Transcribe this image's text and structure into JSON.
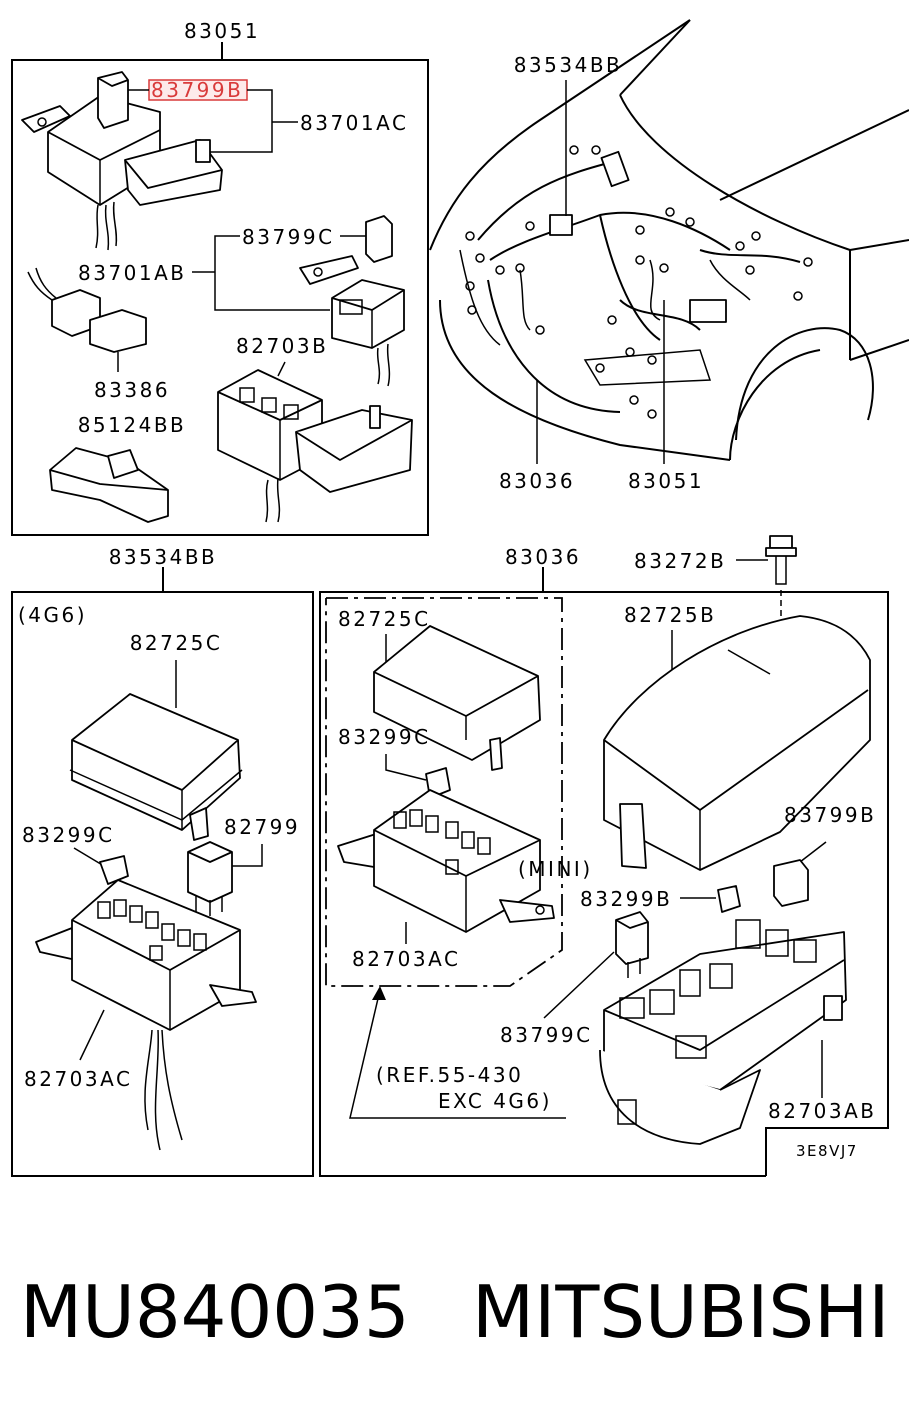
{
  "panel_top_left": {
    "header": "83051",
    "labels": {
      "highlighted": "83799B",
      "relay_a": "83701AC",
      "fuse_c": "83799C",
      "relay_b": "83701AB",
      "block": "82703B",
      "connector": "83386",
      "bracket": "85124BB"
    },
    "highlight_color": "#d93a3a"
  },
  "panel_top_right": {
    "labels": {
      "box_top": "83534BB",
      "harness": "83036",
      "relay_box": "83051"
    }
  },
  "panel_bottom_left": {
    "header": "83534BB",
    "note": "(4G6)",
    "labels": {
      "cover": "82725C",
      "fuse": "83299C",
      "relay": "82799",
      "block": "82703AC"
    }
  },
  "panel_bottom_right": {
    "header": "83036",
    "labels": {
      "bolt": "83272B",
      "cover_small": "82725C",
      "fuse_small": "83299C",
      "mini": "(MINI)",
      "block_small": "82703AC",
      "cover_large": "82725B",
      "fuse_b": "83799B",
      "fuse_299b": "83299B",
      "fuse_c": "83799C",
      "ref_line1": "(REF.55-430",
      "ref_line2": "EXC 4G6)",
      "block_large": "82703AB"
    },
    "code": "3E8VJ7"
  },
  "footer": {
    "part_number": "MU840035",
    "brand": "MITSUBISHI"
  }
}
